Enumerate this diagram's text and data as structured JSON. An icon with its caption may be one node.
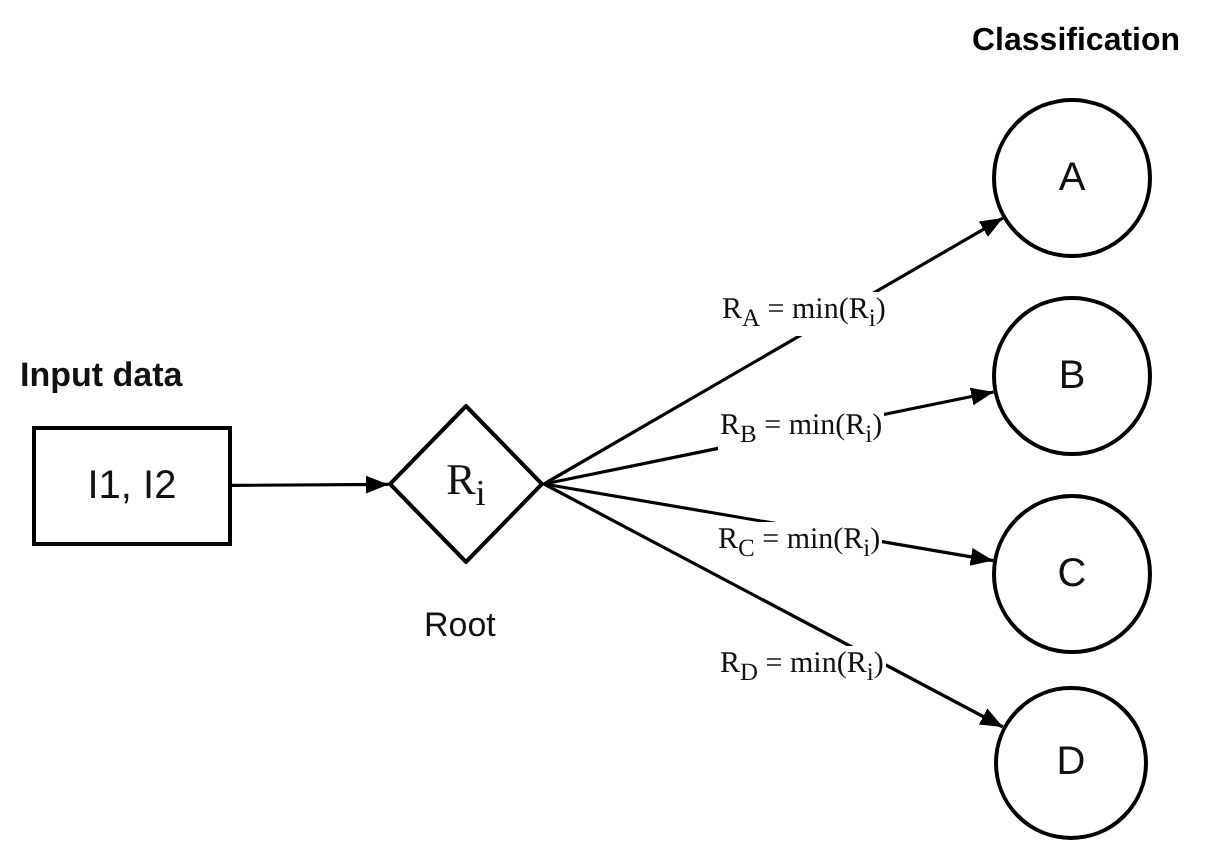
{
  "diagram": {
    "nodes": [
      {
        "text": [
          "I1, I2"
        ],
        "beside": [
          "Input data"
        ]
      },
      {
        "text": [
          "R$_{i}$"
        ],
        "beside": [
          "Root"
        ]
      },
      {
        "text": [
          "A"
        ]
      },
      {
        "text": [
          "B"
        ]
      },
      {
        "text": [
          "C"
        ]
      },
      {
        "text": [
          "D"
        ]
      }
    ],
    "edges": [
      {
        "from": 0,
        "to": 1,
        "arrow": "to"
      },
      {
        "from": 1,
        "to": 2,
        "arrow": "to",
        "label": "R$_{A}$ = min(R$_{i}$)"
      },
      {
        "from": 1,
        "to": 3,
        "arrow": "to",
        "label": "R$_{B}$ = min(R$_{i}$)"
      },
      {
        "from": 1,
        "to": 4,
        "arrow": "to",
        "label": "R$_{C}$ = min(R$_{i}$)"
      },
      {
        "from": 1,
        "to": 5,
        "arrow": "to",
        "label": "R$_{D}$ = min(R$_{i}$)"
      }
    ],
    "labels": [
      "Classification"
    ]
  }
}
